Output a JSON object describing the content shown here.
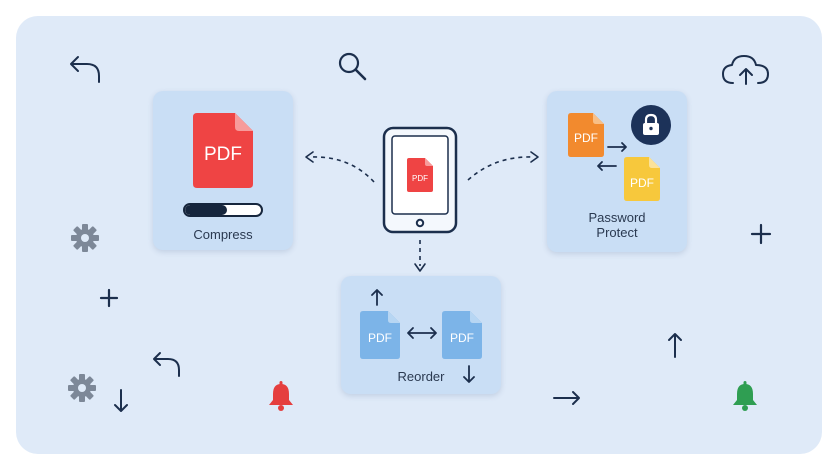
{
  "captions": {
    "compress": "Compress",
    "password_protect_line1": "Password",
    "password_protect_line2": "Protect",
    "reorder": "Reorder"
  },
  "doc_labels": {
    "compress_pdf": "PDF",
    "phone_pdf": "PDF",
    "protect_pdf_orange": "PDF",
    "protect_pdf_yellow": "PDF",
    "reorder_pdf_left": "PDF",
    "reorder_pdf_right": "PDF"
  },
  "compress_progress": 0.55,
  "colors": {
    "background": "#dfeaf8",
    "card": "#c9def5",
    "pdf_red": "#ef4444",
    "pdf_orange": "#f28a2e",
    "pdf_yellow": "#f7c83c",
    "pdf_blue": "#7cb4e8",
    "icon_navy": "#1c2f4d",
    "bell_red": "#e53e3e",
    "bell_green": "#2f9e52",
    "gear_gray": "#7d8898"
  },
  "icons": [
    "undo-icon",
    "search-icon",
    "cloud-upload-icon",
    "gear-icon",
    "plus-icon",
    "bell-icon",
    "arrow-right-icon",
    "arrow-up-icon",
    "arrow-down-icon",
    "lock-icon",
    "tablet-icon",
    "swap-arrows-icon"
  ]
}
